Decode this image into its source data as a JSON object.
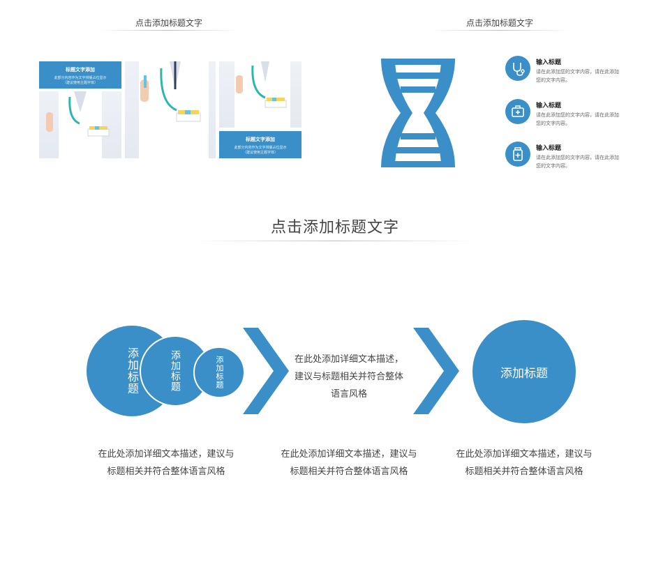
{
  "top_left": {
    "title": "点击添加标题文字",
    "box1": {
      "title": "标题文字添加",
      "desc1": "此部分内容作为文字排版占位显示",
      "desc2": "（建议使用主题字体）"
    },
    "box2": {
      "title": "标题文字添加",
      "desc1": "此部分内容作为文字排版占位显示",
      "desc2": "（建议使用主题字体）"
    }
  },
  "top_right": {
    "title": "点击添加标题文字",
    "items": [
      {
        "icon": "stethoscope-icon",
        "title": "输入标题",
        "desc": "请在此添加您的文字内容，请在此添加您的文字内容。"
      },
      {
        "icon": "medical-kit-icon",
        "title": "输入标题",
        "desc": "请在此添加您的文字内容，请在此添加您的文字内容。"
      },
      {
        "icon": "medicine-bottle-icon",
        "title": "输入标题",
        "desc": "请在此添加您的文字内容，请在此添加您的文字内容。"
      }
    ]
  },
  "bottom": {
    "title": "点击添加标题文字",
    "circle_big": "添加标题",
    "circle_mid": "添加标题",
    "circle_small": "添加标题",
    "middle_text_1": "在此处添加详细文本描述，",
    "middle_text_2": "建议与标题相关并符合整体",
    "middle_text_3": "语言风格",
    "right_circle": "添加标题",
    "desc_col": [
      {
        "line1": "在此处添加详细文本描述，建议与",
        "line2": "标题相关并符合整体语言风格"
      },
      {
        "line1": "在此处添加详细文本描述，建议与",
        "line2": "标题相关并符合整体语言风格"
      },
      {
        "line1": "在此处添加详细文本描述，建议与",
        "line2": "标题相关并符合整体语言风格"
      }
    ]
  },
  "colors": {
    "accent": "#3a8fc8"
  }
}
